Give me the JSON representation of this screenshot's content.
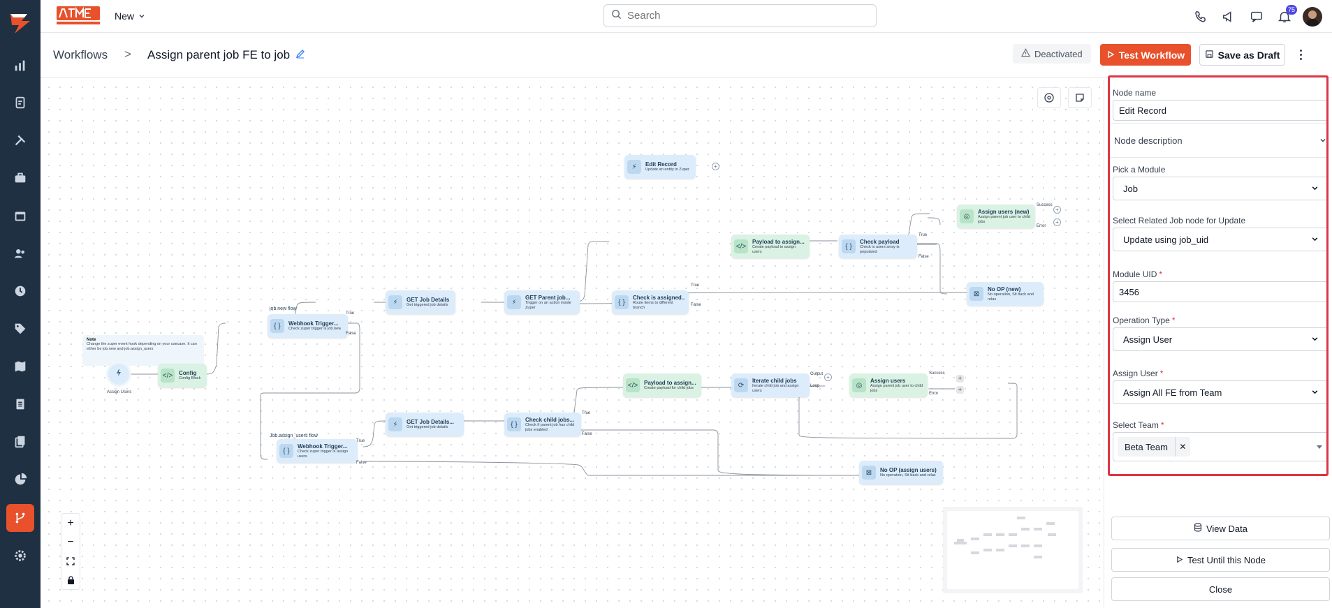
{
  "topbar": {
    "new_label": "New",
    "search_placeholder": "Search",
    "notification_count": "75"
  },
  "header": {
    "breadcrumb_root": "Workflows",
    "breadcrumb_sep": ">",
    "title": "Assign parent job FE to job",
    "status": "Deactivated",
    "test_workflow": "Test Workflow",
    "save_as_draft": "Save as Draft"
  },
  "canvas": {
    "note_title": "Note",
    "note_text": "Change the zuper event hook depending on your usecase. It can either be job.new and job.assign_users",
    "start_label": "Assign Users",
    "group_new": "job.new flow",
    "group_assign": "Job.assign_users flow",
    "nodes": {
      "edit_record": {
        "title": "Edit Record",
        "desc": "Update an entity in Zuper"
      },
      "config": {
        "title": "Config",
        "desc": "Config Block"
      },
      "webhook1": {
        "title": "Webhook Trigger...",
        "desc": "Check zuper trigger is job.new"
      },
      "get_job": {
        "title": "GET Job Details",
        "desc": "Get triggered job details"
      },
      "get_parent": {
        "title": "GET Parent job...",
        "desc": "Trigger on an action inside Zuper"
      },
      "check_assigned": {
        "title": "Check is assigned...",
        "desc": "Route items to different branch"
      },
      "payload_assign": {
        "title": "Payload to assign...",
        "desc": "Create payload to assign users"
      },
      "check_payload": {
        "title": "Check payload",
        "desc": "Check is users array is populated"
      },
      "assign_new": {
        "title": "Assign users (new)",
        "desc": "Assign parent job user to child jobs"
      },
      "noop_new": {
        "title": "No OP (new)",
        "desc": "No operation, Sit back and relax"
      },
      "webhook2": {
        "title": "Webhook Trigger...",
        "desc": "Check zuper trigger is assign users"
      },
      "get_job2": {
        "title": "GET Job Details...",
        "desc": "Get triggered job details"
      },
      "check_child": {
        "title": "Check child jobs...",
        "desc": "Check if parent job has child jobs enabled"
      },
      "payload_child": {
        "title": "Payload to assign...",
        "desc": "Create payload for child jobs"
      },
      "iterate": {
        "title": "Iterate child jobs",
        "desc": "Iterate child job and assign users"
      },
      "assign_users": {
        "title": "Assign users",
        "desc": "Assign parent job user to child jobs"
      },
      "noop_assign": {
        "title": "No OP (assign users)",
        "desc": "No operation, Sit back and relax"
      }
    },
    "edge_labels": {
      "true": "True",
      "false": "False",
      "success": "Success",
      "error": "Error",
      "output": "Output",
      "loop": "Loop"
    }
  },
  "panel": {
    "node_name_label": "Node name",
    "node_name_value": "Edit Record",
    "node_description_label": "Node description",
    "module_label": "Pick a Module",
    "module_value": "Job",
    "related_label": "Select Related Job node for Update",
    "related_value": "Update using job_uid",
    "module_uid_label": "Module UID",
    "module_uid_value": "3456",
    "operation_label": "Operation Type",
    "operation_value": "Assign User",
    "assign_user_label": "Assign User",
    "assign_user_value": "Assign All FE from Team",
    "select_team_label": "Select Team",
    "team_chip": "Beta Team",
    "required_mark": "*",
    "view_data": "View Data",
    "test_until": "Test Until this Node",
    "close": "Close"
  },
  "colors": {
    "accent": "#e8512b",
    "rail": "#1f3042",
    "highlight_border": "#dc3545"
  }
}
